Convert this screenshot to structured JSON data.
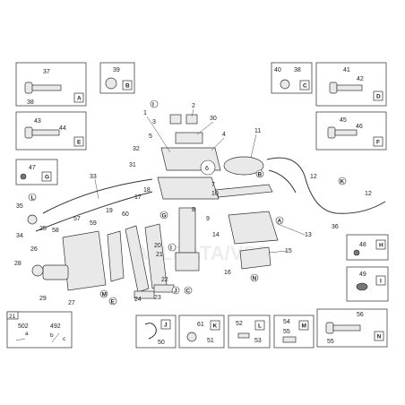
{
  "colors": {
    "line": "#333333",
    "highlight": "#d21a5a",
    "fill": "#e9e9e9"
  },
  "callouts": {
    "n1": "1",
    "n2": "2",
    "n3": "3",
    "n4": "4",
    "n5": "5",
    "n6": "6",
    "n7": "7",
    "n8": "8",
    "n9": "9",
    "n10": "10",
    "n11": "11",
    "n12a": "12",
    "n12b": "12",
    "n13": "13",
    "n14": "14",
    "n15": "15",
    "n16": "16",
    "n17": "17",
    "n18": "18",
    "n19": "19",
    "n20": "20",
    "n21": "21",
    "n22": "22",
    "n23": "23",
    "n24": "24",
    "n25": "25",
    "n26": "26",
    "n27": "27",
    "n28": "28",
    "n29": "29",
    "n30": "30",
    "n31": "31",
    "n32": "32",
    "n33": "33",
    "n34": "34",
    "n35": "35",
    "n36": "36",
    "n57": "57",
    "n58": "58",
    "n59": "59",
    "n60": "60"
  },
  "letters": {
    "A": "A",
    "B": "B",
    "C": "C",
    "D": "D",
    "E": "E",
    "F": "F",
    "G": "G",
    "H": "H",
    "I": "I",
    "J": "J",
    "K": "K",
    "L": "L",
    "M": "M",
    "N": "N"
  },
  "boxes": {
    "A": {
      "n1": "37",
      "n2": "38"
    },
    "B": {
      "n1": "39"
    },
    "C": {
      "n1": "40",
      "n2": "38"
    },
    "D": {
      "n1": "41",
      "n2": "42"
    },
    "E": {
      "n1": "43",
      "n2": "44"
    },
    "F": {
      "n1": "45",
      "n2": "46"
    },
    "G": {
      "n1": "47"
    },
    "H": {
      "n1": "48"
    },
    "I": {
      "n1": "49"
    },
    "J": {
      "n1": "50"
    },
    "K": {
      "n1": "61",
      "n2": "51"
    },
    "L": {
      "n1": "52",
      "n2": "53"
    },
    "M": {
      "n1": "54",
      "n2": "55"
    },
    "N": {
      "n1": "56",
      "n2": "55"
    }
  },
  "inset21": {
    "n": "21",
    "a": "502",
    "b": "492",
    "la": "a",
    "lb": "b",
    "lc": "c"
  },
  "watermark": "ALLDATA/VSP"
}
